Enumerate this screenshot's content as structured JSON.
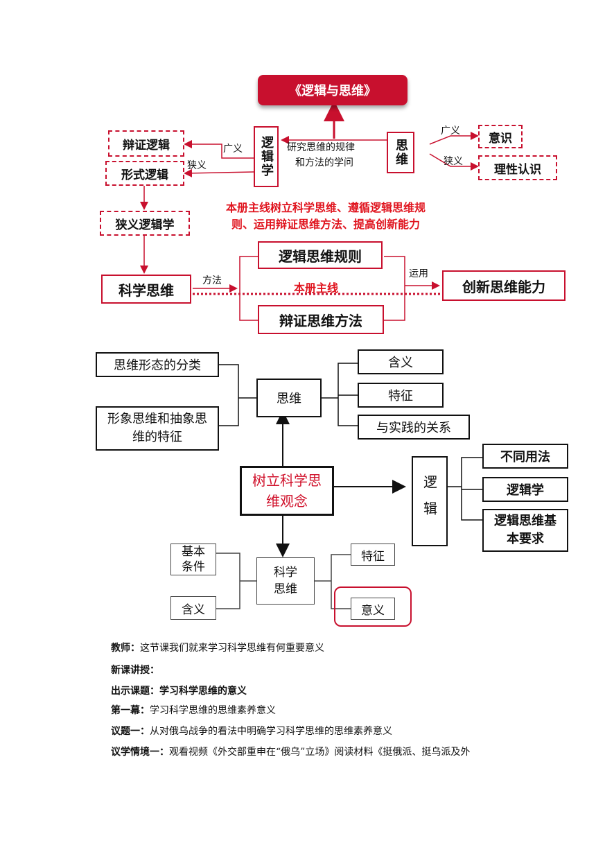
{
  "diagram1": {
    "title": "《逻辑与思维》",
    "left_box_1": "辩证逻辑",
    "left_box_2": "形式逻辑",
    "left_box_3": "狭义逻辑学",
    "label_broad_left": "广义",
    "label_narrow_left": "狭义",
    "center_box": "逻辑学",
    "center_desc_1": "研究思维的规律",
    "center_desc_2": "和方法的学问",
    "right_box": "思维",
    "label_broad_right": "广义",
    "label_narrow_right": "狭义",
    "right_box_1": "意识",
    "right_box_2": "理性认识",
    "mainline_1": "本册主线树立科学思维、遵循逻辑思维规",
    "mainline_2": "则、运用辩证思维方法、提高创新能力",
    "sci_thinking": "科学思维",
    "label_method": "方法",
    "logic_rules": "逻辑思维规则",
    "dialectic_method": "辩证思维方法",
    "book_mainline": "本册主线",
    "label_apply": "运用",
    "innovation": "创新思维能力"
  },
  "diagram2": {
    "classification": "思维形态的分类",
    "features_left": "形象思维和抽象思维的特征",
    "thinking": "思维",
    "meaning": "含义",
    "feature": "特征",
    "practice_relation": "与实践的关系",
    "center": "树立科学思维观念",
    "logic": "逻辑",
    "diff_usage": "不同用法",
    "logic_science": "逻辑学",
    "logic_requirements": "逻辑思维基本要求",
    "basic_conditions": "基本条件",
    "meaning_left": "含义",
    "sci_thinking": "科学思维",
    "feature_right": "特征",
    "significance": "意义"
  },
  "text": {
    "l1_label": "教师：",
    "l1_text": "这节课我们就来学习科学思维有何重要意义",
    "l2_label": "新课讲授：",
    "l3_label": "出示课题：",
    "l3_text": "学习科学思维的意义",
    "l4_label": "第一幕：",
    "l4_text": "学习科学思维的思维素养意义",
    "l5_label": "议题一：",
    "l5_text": "从对俄乌战争的看法中明确学习科学思维的思维素养意义",
    "l6_label": "议学情境一：",
    "l6_text": "观看视频《外交部重申在“俄乌”立场》阅读材料《挺俄派、挺乌派及外"
  },
  "colors": {
    "accent_red": "#c8102e",
    "text": "#111111"
  }
}
